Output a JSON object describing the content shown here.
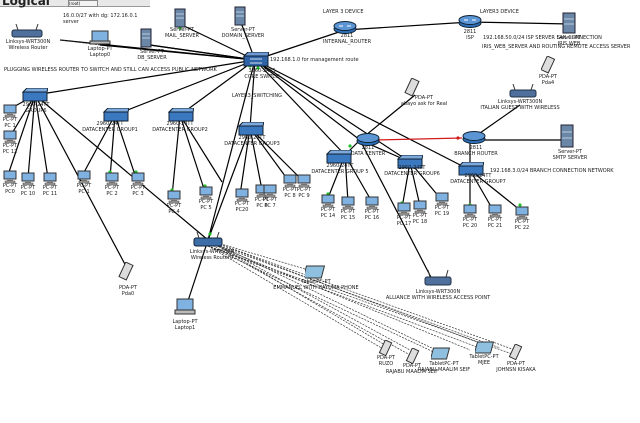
{
  "window": {
    "title": "Logical",
    "header_box": "(root)",
    "net_note": "16.0.0/27 with dg: 172.16.0.1\nserver"
  },
  "notes": {
    "flooding": "PLUGGING WIRELESS ROUTER TO SWITCH AND STILL CAN ACCESS PUBLIC NETWORK",
    "mgmt": "192.168.1.0 for management route",
    "isp_conn": "192.168.50.0/24 ISP SERVER LAN CONNECTION",
    "iris": "IRIS_WEB_SERVER AND ROUTING REMOTE ACCESS SERVER",
    "branch": "192.168.3.0/24 BRANCH CONNECTION NETWORK",
    "layer3_dev": "LAYER 3 DEVICE",
    "layer3_dev2": "LAYER3 DEVICE",
    "layer3_sw": "LAYER3_SWITCHING"
  },
  "devices": {
    "linksys0": "Linksys-WRT300N\nWireless Router",
    "laptop0": "Laptop-PT\nLaptop0",
    "mail": "Server-PT\nMAIL_SERVER",
    "domain": "Server-PT\nDOMAIN_SERVER",
    "db": "Server-PT\nDB_SERVER",
    "r2811_int": "2811\nINTERNAL_ROUTER",
    "isp": "2811\nISP",
    "iris_srv": "Server-PT\nIRIS WEB",
    "pda4": "PDA-PT\nPda4",
    "core": "3560-24PS\nCORE SWITCH",
    "sw_a": "2960-24TT\nGROUP6",
    "sw_g1": "2960-24TT\nDATACENTER GROUP1",
    "sw_g2": "2960-24TT\nDATACENTER GROUP2",
    "sw_g3": "2960-24TT\nDATACENTER GROUP3",
    "pda_ak": "PDA-PT\nabayo ask for Real",
    "linksys_it": "Linksys-WRT300N\nITALIAN GUEST WITH WIRELESS",
    "r_dc": "2811\nDATA CENTER",
    "r_br": "2811\nBRANCH ROUTER",
    "smtp": "Server-PT\nSMTP SERVER",
    "sw_g5": "2960-24TT\nDATACENTER GROUP 5",
    "sw_g6": "2960-24TT\nDATACENTER GROUP6",
    "sw_g7": "2960-24TT\nDATACENTER GROUP7",
    "linksys1": "Linksys-WRT300N\nWireless Router0",
    "pda0": "PDA-PT\nPda0",
    "laptop1": "Laptop-PT\nLaptop1",
    "tablet_em": "TabletPC-PT\nEMMANUEL WITH HAYUMA PHONE",
    "linksys_wap": "Linksys-WRT300N\nALLIANCE WITH WIRELESS ACCESS POINT",
    "pda_ruzo": "PDA-PT\nRUZO",
    "pda_raj": "PDA-PT\nRAJABU MAALIM SEIF",
    "tab_raj": "TabletPC-PT\nRAJABU MAALIM SEIF",
    "tab_mjee": "TabletPC-PT\nMJEE",
    "pda_john": "PDA-PT\nJOHNSN KISAKA"
  },
  "pcs": {
    "pc12": "PC-PT\nPC 12",
    "pc0": "PC-PT\nPC0",
    "pc10": "PC-PT\nPC 10",
    "pc11": "PC-PT\nPC 11",
    "pc1": "PC-PT\nPC 1",
    "pc2": "PC-PT\nPC 2",
    "pc3": "PC-PT\nPC 3",
    "pc4": "PC-PT\nPC 4",
    "pc5": "PC-PT\nPC 5",
    "pc20b": "PC-PT\nPC20",
    "pc6": "PC-PT\nPC 6",
    "pc7": "PC-PT\nPC 7",
    "pc8": "PC-PT\nPC 8",
    "pc9": "PC-PT\nPC 9",
    "pc14": "PC-PT\nPC 14",
    "pc15": "PC-PT\nPC 15",
    "pc16": "PC-PT\nPC 16",
    "pc17": "PC-PT\nPC 17",
    "pc18": "PC-PT\nPC 18",
    "pc19": "PC-PT\nPC 19",
    "pc20": "PC-PT\nPC 20",
    "pc21": "PC-PT\nPC 21",
    "pc22": "PC-PT\nPC 22",
    "pcl1": "PC-PT\nPC 1",
    "pcl2": "PC-PT\nPC 5"
  },
  "colors": {
    "wire": "#000000",
    "serial": "#d11a1a",
    "link_up": "#22c02a",
    "switch_blue": "#3a78c0",
    "router_blue": "#2d6fb7",
    "pc_screen": "#7fb2e0"
  }
}
